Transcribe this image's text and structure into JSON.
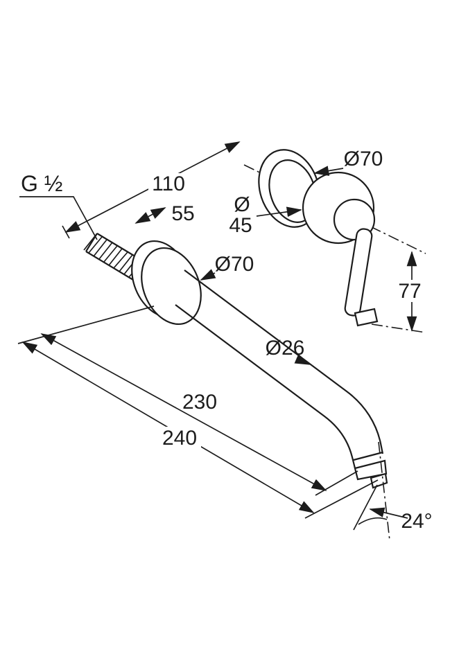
{
  "page": {
    "background": "#ffffff",
    "ink": "#1c1c1c"
  },
  "drawing": {
    "labels": {
      "thread": "G ½",
      "dim_110": "110",
      "dim_55": "55",
      "valve_rosette_dia": "Ø70",
      "valve_body_dia_symbol": "Ø",
      "valve_body_dia_value": "45",
      "spout_rosette_dia": "Ø70",
      "spout_dia": "Ø26",
      "handle_drop": "77",
      "dim_230": "230",
      "dim_240": "240",
      "spout_angle": "24°"
    }
  }
}
